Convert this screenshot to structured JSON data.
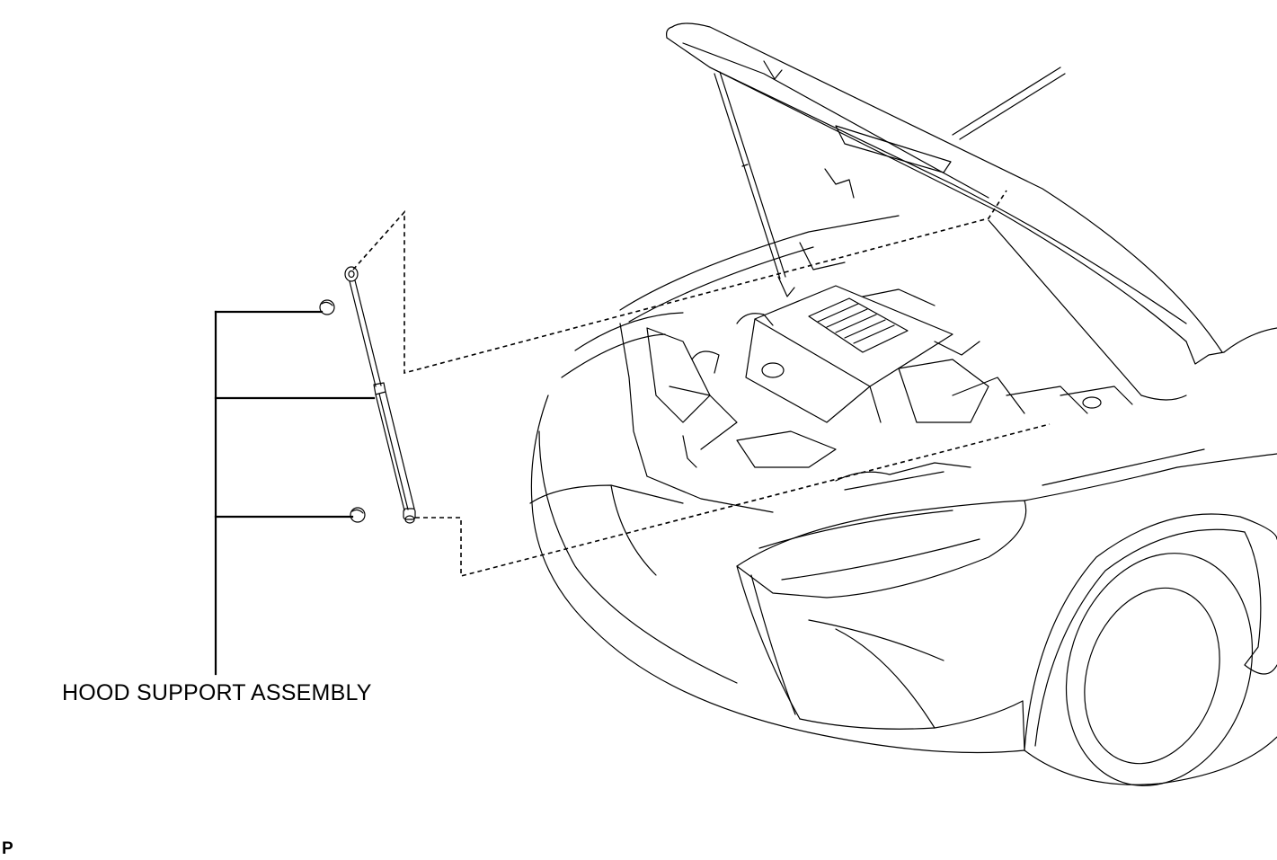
{
  "callout": {
    "label": "HOOD SUPPORT ASSEMBLY"
  },
  "corner_mark": "P",
  "parts": [
    {
      "name": "hood-support-assembly"
    },
    {
      "name": "clip-upper"
    },
    {
      "name": "clip-lower"
    }
  ],
  "colors": {
    "line": "#000000",
    "background": "#ffffff"
  }
}
